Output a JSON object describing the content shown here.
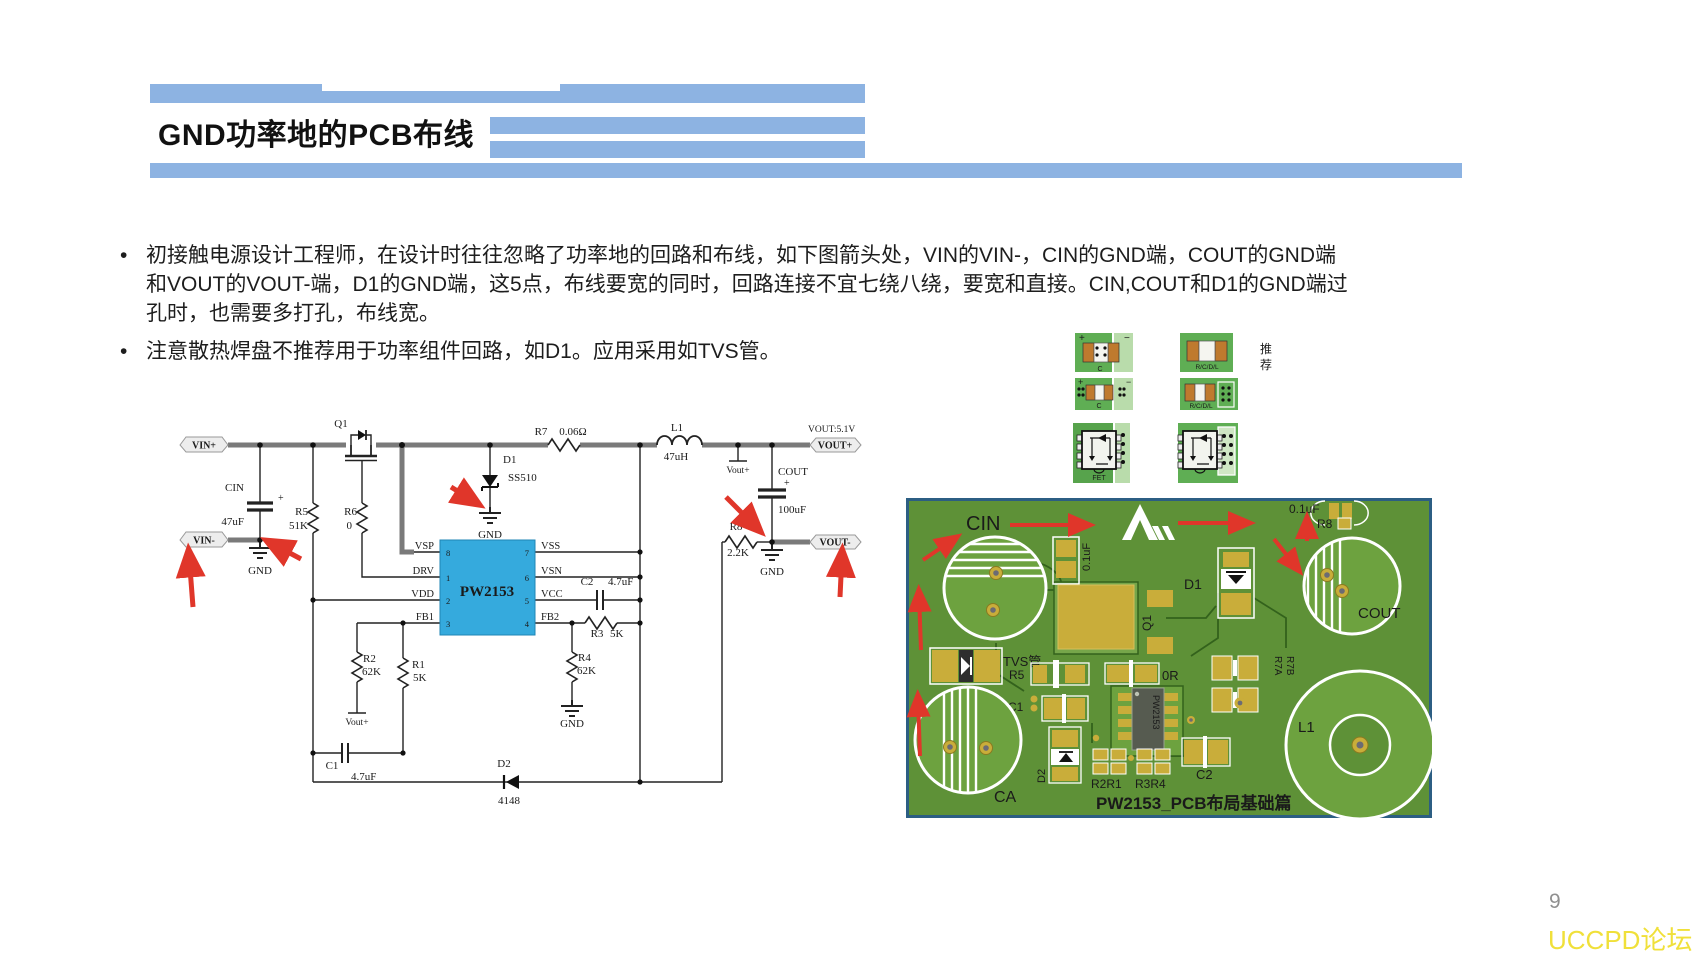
{
  "title": "GND功率地的PCB布线",
  "bullets": {
    "marker": "•",
    "b1l1": "初接触电源设计工程师，在设计时往往忽略了功率地的回路和布线，如下图箭头处，VIN的VIN-，CIN的GND端，COUT的GND端",
    "b1l2": "和VOUT的VOUT-端，D1的GND端，这5点，布线要宽的同时，回路连接不宜七绕八绕，要宽和直接。CIN,COUT和D1的GND端过",
    "b1l3": "孔时，也需要多打孔，布线宽。",
    "b2l1": "注意散热焊盘不推荐用于功率组件回路，如D1。应用采用如TVS管。"
  },
  "sch": {
    "vin_p": "VIN+",
    "vin_n": "VIN-",
    "vout_p": "VOUT+",
    "vout_n": "VOUT-",
    "vout_rating": "VOUT:5.1V",
    "q1": "Q1",
    "cin": "CIN",
    "cin_v": "47uF",
    "r5": "R5",
    "r5_v": "51K",
    "r6": "R6",
    "r6_v": "0",
    "d1": "D1",
    "d1_p": "SS510",
    "r7": "R7",
    "r7_v": "0.06Ω",
    "l1": "L1",
    "l1_v": "47uH",
    "vnet": "Vout+",
    "cout": "COUT",
    "cout_v": "100uF",
    "r8": "R8",
    "r8_v": "2.2K",
    "c2": "C2",
    "c2_v": "4.7uF",
    "r3": "R3",
    "r3_v": "5K",
    "r4": "R4",
    "r4_v": "62K",
    "r2": "R2",
    "r2_v": "62K",
    "r1": "R1",
    "r1_v": "5K",
    "c1": "C1",
    "c1_v": "4.7uF",
    "d2": "D2",
    "d2_p": "4148",
    "gnd": "GND",
    "plus": "+",
    "ic": "PW2153",
    "vsp": "VSP",
    "drv": "DRV",
    "vdd": "VDD",
    "fb1": "FB1",
    "vss": "VSS",
    "vsn": "VSN",
    "vcc": "VCC",
    "fb2": "FB2",
    "p8": "8",
    "p1": "1",
    "p2": "2",
    "p3": "3",
    "p7": "7",
    "p6": "6",
    "p5": "5",
    "p4": "4"
  },
  "tips": {
    "c": "C",
    "rcdl": "R/C/D/L",
    "fet": "FET",
    "rec1": "推",
    "rec2": "荐",
    "plus": "+",
    "minus": "−"
  },
  "pcb": {
    "cin": "CIN",
    "cap_l": "0.1uF",
    "cap_r": "0.1uF",
    "r8": "R8",
    "d1": "D1",
    "q1": "Q1",
    "tvs": "TVS管",
    "r5": "R5",
    "c1": "C1",
    "zr": "0R",
    "r7a": "R7A",
    "r7b": "R7B",
    "cout": "COUT",
    "l1": "L1",
    "ca": "CA",
    "d2": "D2",
    "r2r1": "R2R1",
    "r3r4": "R3R4",
    "c2": "C2",
    "ic": "PW2153",
    "caption": "PW2153_PCB布局基础篇"
  },
  "footer": {
    "page": "9",
    "watermark": "UCCPD论坛"
  },
  "colors": {
    "accent_blue": "#8db3e2",
    "chip_blue": "#35aadd",
    "arrow_red": "#e0362a",
    "board_green": "#5e9137",
    "pad_gold": "#c9ad3a",
    "watermark_yellow": "#f0e03a"
  }
}
